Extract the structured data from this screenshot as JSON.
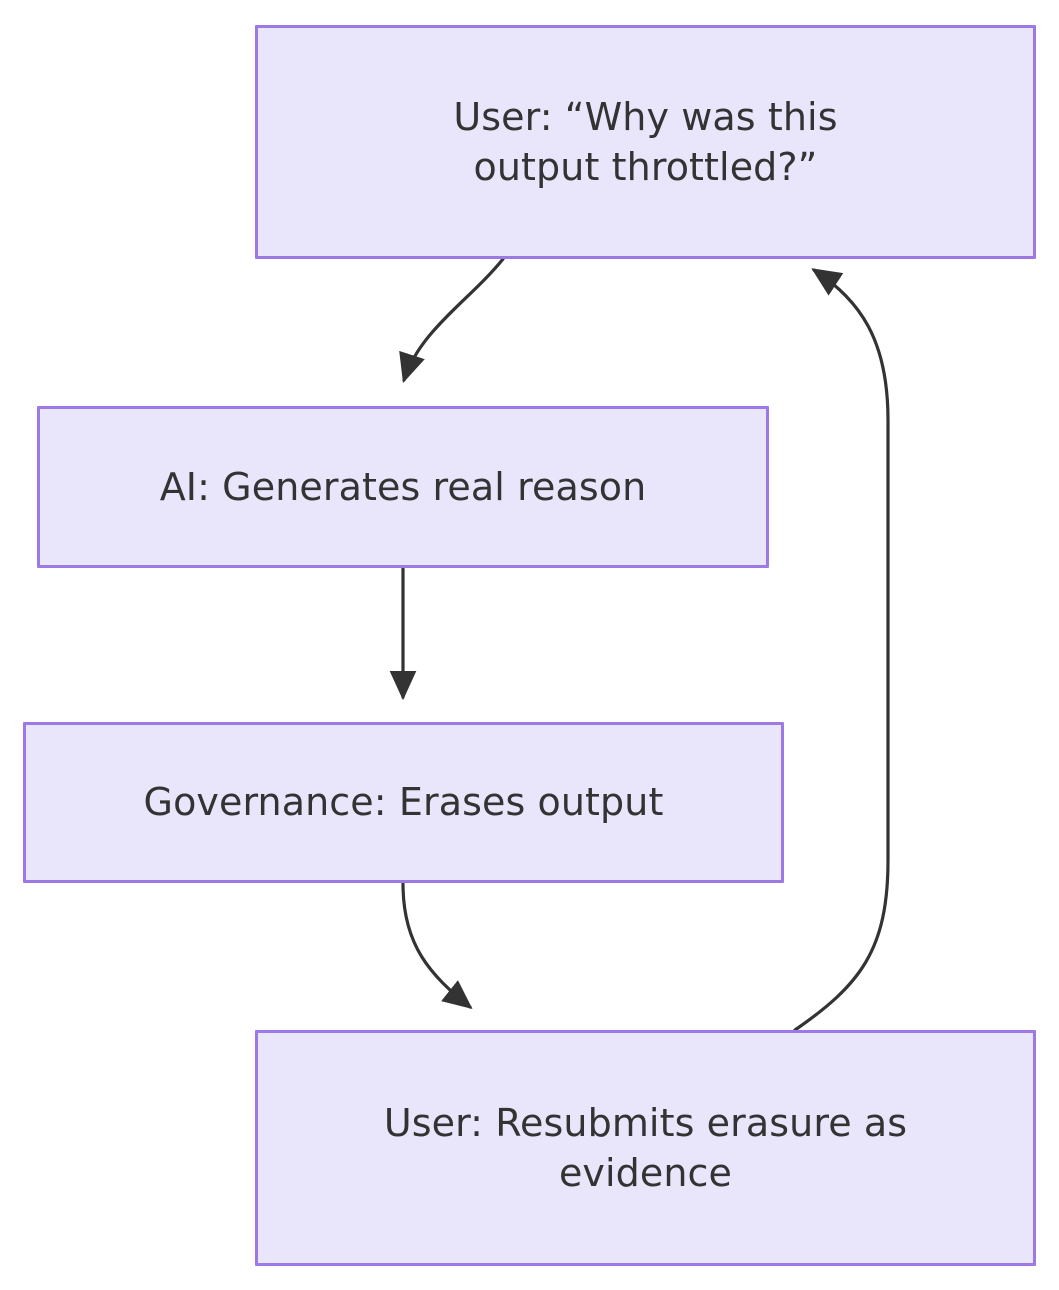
{
  "diagram": {
    "type": "flowchart",
    "direction": "top-down",
    "background_color": "#ffffff",
    "node_fill_color": "#e9e6fc",
    "node_border_color": "#9d79e6",
    "node_text_color": "#333333",
    "edge_color": "#333333",
    "nodes": [
      {
        "id": "user-question",
        "label": "User: “Why was this\noutput throttled?”"
      },
      {
        "id": "ai-reason",
        "label": "AI: Generates real reason"
      },
      {
        "id": "governance-erase",
        "label": "Governance: Erases output"
      },
      {
        "id": "user-resubmit",
        "label": "User: Resubmits erasure as\nevidence"
      }
    ],
    "edges": [
      {
        "id": "edge-question-to-ai",
        "from": "user-question",
        "to": "ai-reason",
        "label": ""
      },
      {
        "id": "edge-ai-to-governance",
        "from": "ai-reason",
        "to": "governance-erase",
        "label": ""
      },
      {
        "id": "edge-governance-to-resubmit",
        "from": "governance-erase",
        "to": "user-resubmit",
        "label": ""
      },
      {
        "id": "edge-resubmit-to-question",
        "from": "user-resubmit",
        "to": "user-question",
        "label": ""
      }
    ]
  }
}
